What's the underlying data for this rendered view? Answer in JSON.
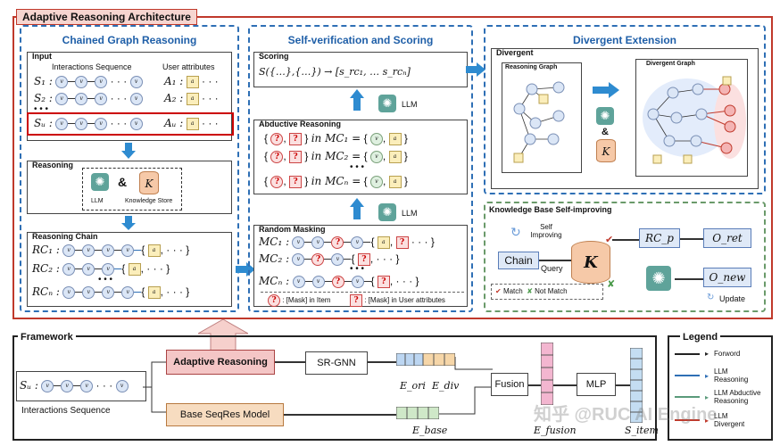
{
  "arch_title": "Adaptive Reasoning Architecture",
  "chained": {
    "title": "Chained Graph Reasoning",
    "input_label": "Input",
    "interactions_label": "Interactions Sequence",
    "user_attr_label": "User attributes",
    "rows": [
      "S₁ :",
      "S₂ :",
      "Sᵤ :"
    ],
    "attr_rows": [
      "A₁ :",
      "A₂ :",
      "Aᵤ :"
    ],
    "dots": "• • •",
    "reasoning_label": "Reasoning",
    "llm_label": "LLM",
    "amp": "&",
    "ks_label": "Knowledge Store",
    "chain_label": "Reasoning Chain",
    "rc_rows": [
      "RC₁ :",
      "RC₂ :",
      "RCₙ :"
    ]
  },
  "selfver": {
    "title": "Self-verification and Scoring",
    "scoring_label": "Scoring",
    "scoring_formula": "S({…},{…}) → [s_rc₁, … s_rcₙ]",
    "llm_label": "LLM",
    "abductive_label": "Abductive Reasoning",
    "mc_rows": [
      "in MC₁ =",
      "in MC₂ =",
      "in MCₙ ="
    ],
    "masking_label": "Random Masking",
    "mask_rows": [
      "MC₁ :",
      "MC₂ :",
      "MCₙ :"
    ],
    "mask_item_note": ": [Mask] in Item",
    "mask_attr_note": ": [Mask] in User attributes"
  },
  "divergent": {
    "title": "Divergent Extension",
    "divergent_label": "Divergent",
    "reasoning_graph": "Reasoning Graph",
    "divergent_graph": "Divergent Graph"
  },
  "kb": {
    "title": "Knowledge Base Self-improving",
    "self_improving": "Self Improving",
    "chain": "Chain",
    "query": "Query",
    "k": "K",
    "rcp": "RC_p",
    "oret": "O_ret",
    "onew": "O_new",
    "match": "Match",
    "not_match": "Not Match",
    "update": "Update"
  },
  "framework": {
    "title": "Framework",
    "su": "Sᵤ :",
    "interactions": "Interactions Sequence",
    "adaptive": "Adaptive Reasoning",
    "srgnn": "SR-GNN",
    "base": "Base SeqRes Model",
    "fusion": "Fusion",
    "mlp": "MLP",
    "e_ori": "E_ori",
    "e_div": "E_div",
    "e_base": "E_base",
    "e_fusion": "E_fusion",
    "s_item": "S_item"
  },
  "legend": {
    "title": "Legend",
    "items": [
      "Forword",
      "LLM Reasoning",
      "LLM Abductive Reasoning",
      "LLM Divergent"
    ],
    "colors": [
      "#222222",
      "#2e6fb5",
      "#5a9a7a",
      "#c0392b"
    ]
  },
  "watermark": "知乎 @RUC AI Engine"
}
